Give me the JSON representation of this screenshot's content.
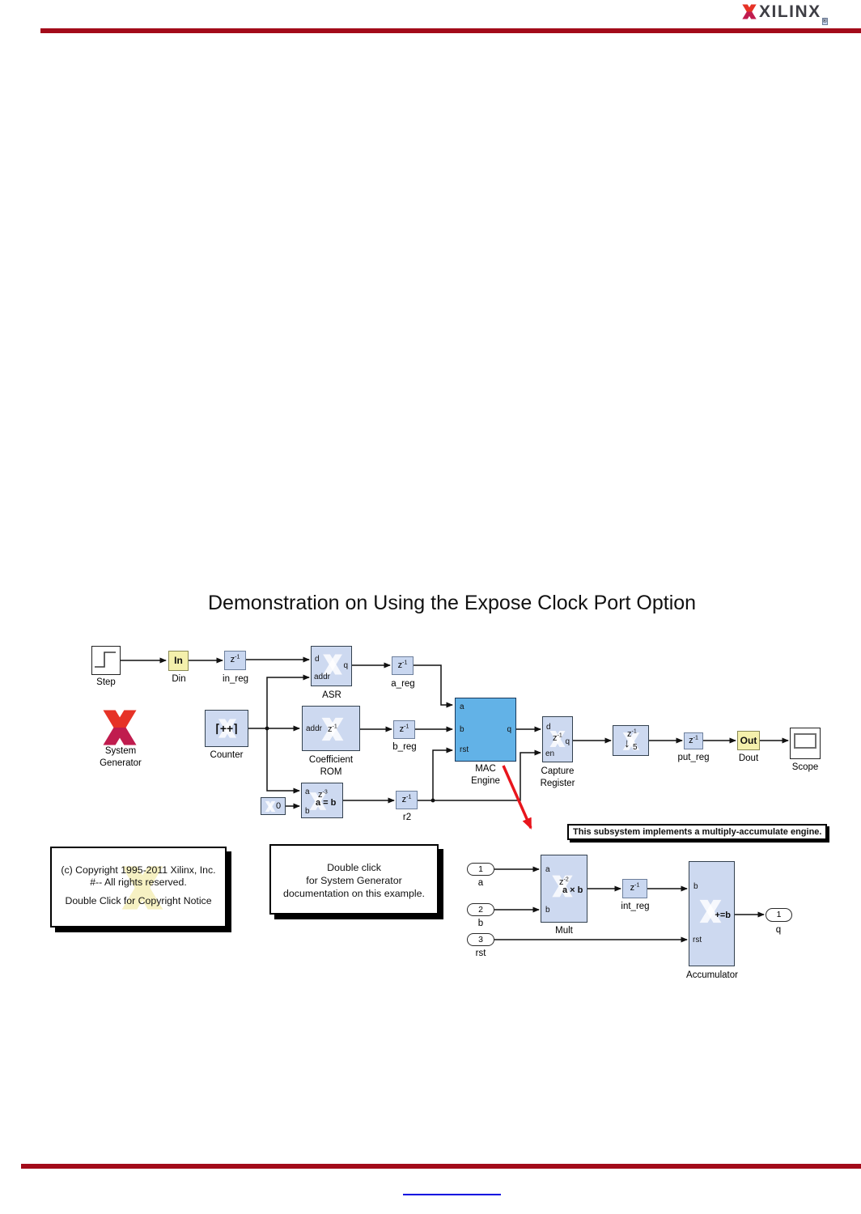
{
  "header": {
    "brand": "XILINX",
    "registered": "®"
  },
  "title": "Demonstration on Using the Expose Clock Port Option",
  "colors": {
    "accent_red": "#a30b1a",
    "mac_blue": "#62b2e7",
    "block_blue": "#cdd9f0",
    "gateway_yellow": "#f4f0ac",
    "link_blue": "#0000e0",
    "callout_red": "#e8151c"
  },
  "blocks": {
    "step": {
      "label": "Step"
    },
    "din": {
      "label": "Din",
      "text": "In"
    },
    "in_reg": {
      "label": "in_reg",
      "z": "z",
      "exp": "-1"
    },
    "asr": {
      "label": "ASR",
      "port_d": "d",
      "port_addr": "addr",
      "port_q": "q"
    },
    "a_reg": {
      "label": "a_reg",
      "z": "z",
      "exp": "-1"
    },
    "sysgen": {
      "label_line1": "System",
      "label_line2": "Generator"
    },
    "counter": {
      "label": "Counter",
      "text": "⌈++⌉"
    },
    "coeff_rom": {
      "label_line1": "Coefficient",
      "label_line2": "ROM",
      "port_addr": "addr",
      "z": "z",
      "exp": "-1"
    },
    "b_reg": {
      "label": "b_reg",
      "z": "z",
      "exp": "-1"
    },
    "mac": {
      "label_line1": "MAC",
      "label_line2": "Engine",
      "port_a": "a",
      "port_b": "b",
      "port_rst": "rst",
      "port_q": "q"
    },
    "capture": {
      "label_line1": "Capture",
      "label_line2": "Register",
      "port_d": "d",
      "port_en": "en",
      "port_q": "q",
      "z": "z",
      "exp": "-1"
    },
    "downsample": {
      "z": "z",
      "exp": "-1",
      "arrow": "↓",
      "rate": "5"
    },
    "put_reg": {
      "label": "put_reg",
      "z": "z",
      "exp": "-1"
    },
    "dout": {
      "label": "Dout",
      "text": "Out"
    },
    "scope": {
      "label": "Scope"
    },
    "const0": {
      "text": "0"
    },
    "relational": {
      "port_a": "a",
      "port_b": "b",
      "z": "z",
      "exp": "-3",
      "op": "a = b"
    },
    "r2": {
      "label": "r2",
      "z": "z",
      "exp": "-1"
    }
  },
  "subsystem": {
    "tooltip": "This subsystem implements a multiply-accumulate engine.",
    "port1": {
      "num": "1",
      "label": "a"
    },
    "port2": {
      "num": "2",
      "label": "b"
    },
    "port3": {
      "num": "3",
      "label": "rst"
    },
    "mult": {
      "label": "Mult",
      "port_a": "a",
      "port_b": "b",
      "z": "z",
      "exp": "-2",
      "op": "a × b"
    },
    "int_reg": {
      "label": "int_reg",
      "z": "z",
      "exp": "-1"
    },
    "accumulator": {
      "label": "Accumulator",
      "port_b": "b",
      "port_rst": "rst",
      "op": "+=b"
    },
    "outport": {
      "num": "1",
      "label": "q"
    }
  },
  "notes": {
    "copyright": {
      "line1": "(c) Copyright 1995-2011 Xilinx, Inc.",
      "line2": "#-- All rights reserved.",
      "line3": "Double Click for Copyright Notice"
    },
    "doc": {
      "line1": "Double click",
      "line2": "for System Generator",
      "line3": "documentation on this example."
    }
  }
}
